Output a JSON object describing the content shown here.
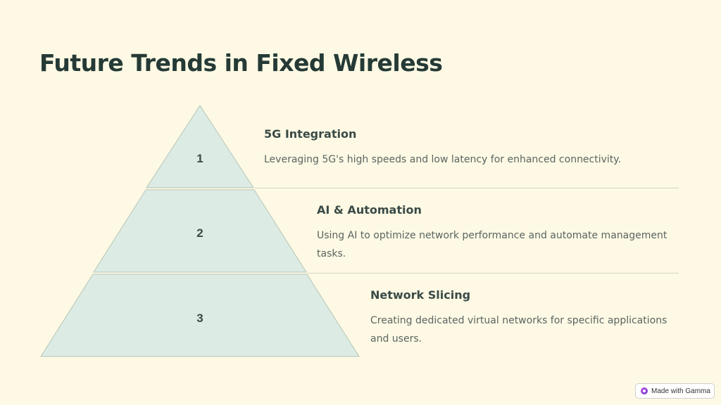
{
  "title": "Future Trends in Fixed Wireless",
  "tiers": [
    {
      "number": "1",
      "heading": "5G Integration",
      "description": "Leveraging 5G's high speeds and low latency for enhanced connectivity."
    },
    {
      "number": "2",
      "heading": "AI & Automation",
      "description": "Using AI to optimize network performance and automate management tasks."
    },
    {
      "number": "3",
      "heading": "Network Slicing",
      "description": "Creating dedicated virtual networks for specific applications and users."
    }
  ],
  "badge": {
    "label": "Made with Gamma",
    "icon": "gamma-logo-icon"
  },
  "colors": {
    "background": "#fdf9e4",
    "tier_fill": "#dcebe3",
    "tier_stroke": "#b9c6b8",
    "title": "#253a36"
  }
}
